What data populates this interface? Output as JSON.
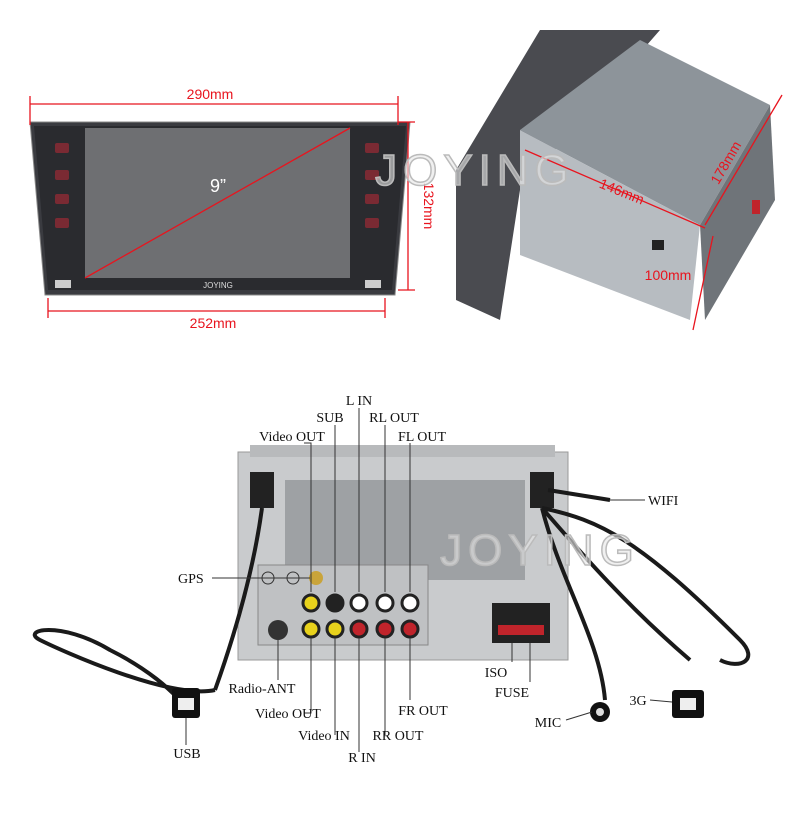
{
  "front_view": {
    "width_top": "290mm",
    "height": "132mm",
    "width_bottom": "252mm",
    "diagonal": "9”",
    "brand": "JOYING"
  },
  "side_view": {
    "depth": "146mm",
    "width": "178mm",
    "height": "100mm"
  },
  "watermark": "JOYING",
  "rear_view": {
    "labels": {
      "l_in": "L IN",
      "sub": "SUB",
      "rl_out": "RL OUT",
      "video_out_top": "Video OUT",
      "fl_out": "FL OUT",
      "wifi": "WIFI",
      "gps": "GPS",
      "radio_ant": "Radio-ANT",
      "video_out_bottom": "Video OUT",
      "video_in": "Video IN",
      "r_in": "R IN",
      "rr_out": "RR OUT",
      "fr_out": "FR OUT",
      "iso": "ISO",
      "fuse": "FUSE",
      "mic": "MIC",
      "three_g": "3G",
      "usb": "USB"
    }
  },
  "colors": {
    "dimension": "#e8141e"
  }
}
